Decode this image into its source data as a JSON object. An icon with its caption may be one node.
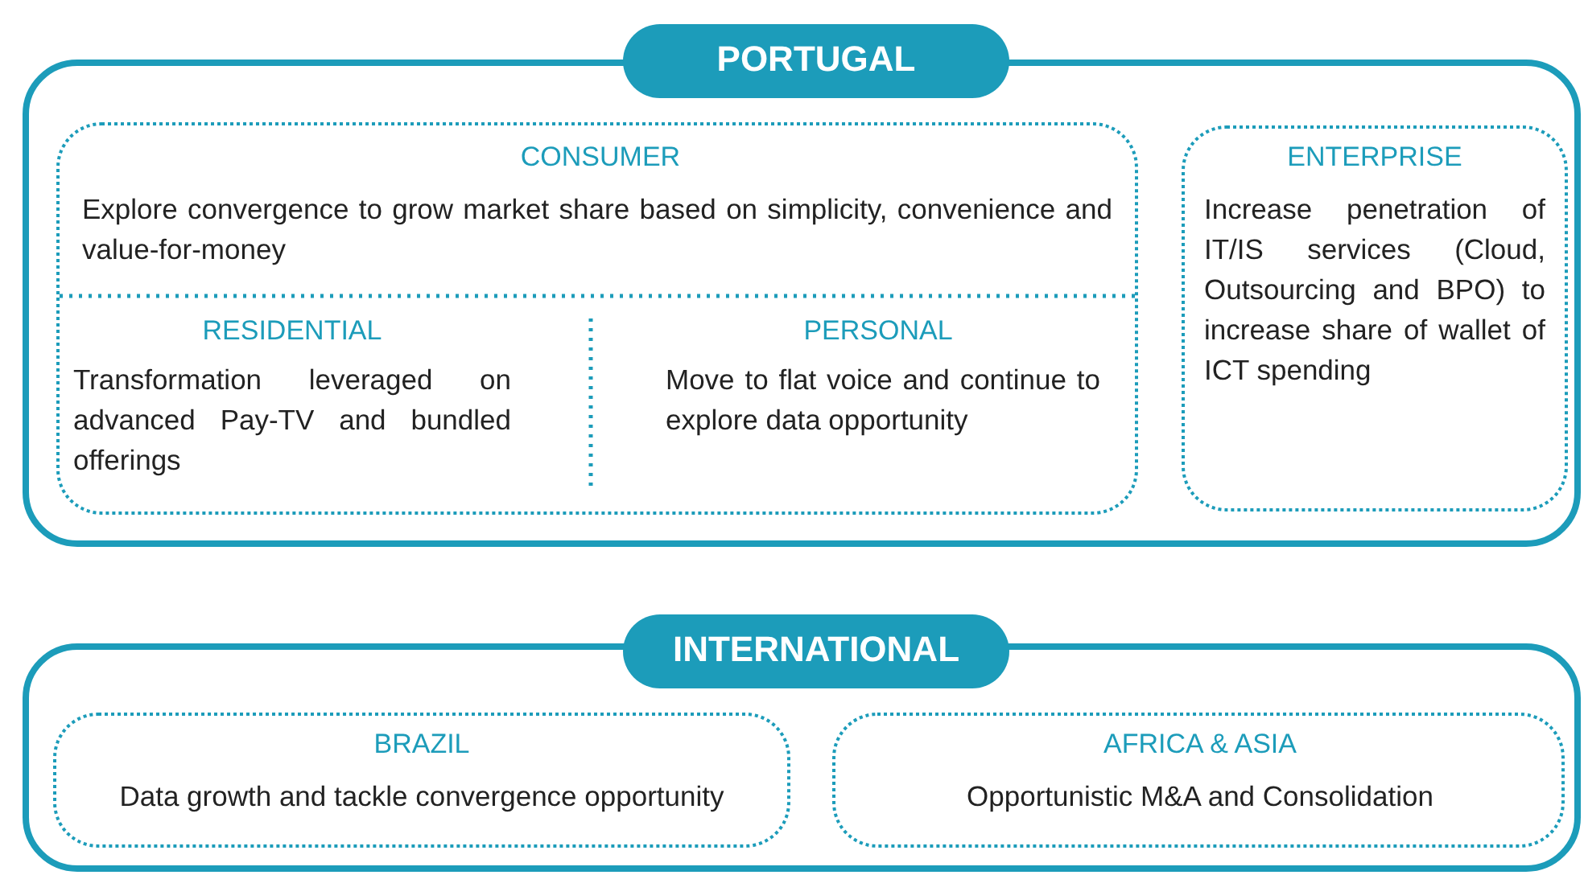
{
  "diagram": {
    "nodes": [
      {
        "text": [
          "PORTUGAL"
        ]
      },
      {
        "text": [
          "CONSUMER",
          "Explore convergence to grow market share based on simplicity, convenience and value-for-money"
        ],
        "in": 0
      },
      {
        "text": [
          "RESIDENTIAL",
          "Transformation leveraged on advanced Pay-TV and bundled offerings"
        ],
        "in": 1
      },
      {
        "text": [
          "PERSONAL",
          "Move to flat voice and continue to explore data opportunity"
        ],
        "in": 1
      },
      {
        "text": [
          "ENTERPRISE",
          "Increase penetration of IT/IS services (Cloud, Outsourcing and BPO) to increase share of wallet of ICT spending"
        ],
        "in": 0
      },
      {
        "text": [
          "INTERNATIONAL"
        ]
      },
      {
        "text": [
          "BRAZIL",
          "Data growth and tackle convergence opportunity"
        ],
        "in": 5
      },
      {
        "text": [
          "AFRICA & ASIA",
          "Opportunistic M&A  and Consolidation"
        ],
        "in": 5
      }
    ],
    "edges": []
  }
}
